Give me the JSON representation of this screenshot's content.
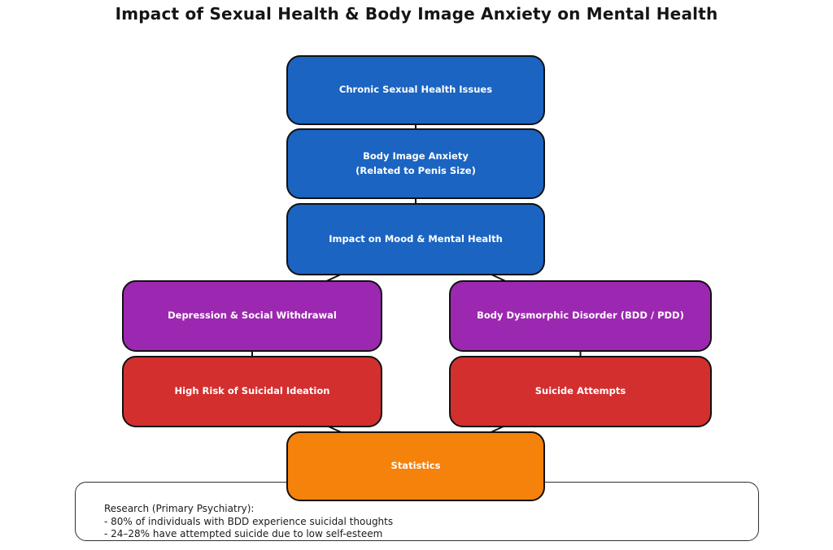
{
  "title": "Impact of Sexual Health & Body Image Anxiety on Mental Health",
  "colors": {
    "blue": "#1B64C1",
    "purple": "#9C27B0",
    "red": "#D32F2F",
    "orange": "#F5820A",
    "note_background": "#F5F5F5",
    "edge": "#111111",
    "node_text": "#FFFFFF"
  },
  "nodes": [
    {
      "id": "chronic",
      "label": "Chronic Sexual Health Issues",
      "color": "#1B64C1"
    },
    {
      "id": "body-image",
      "label": "Body Image Anxiety\n(Related to Penis Size)",
      "color": "#1B64C1"
    },
    {
      "id": "impact",
      "label": "Impact on Mood & Mental Health",
      "color": "#1B64C1"
    },
    {
      "id": "depression",
      "label": "Depression & Social Withdrawal",
      "color": "#9C27B0"
    },
    {
      "id": "bdd",
      "label": "Body Dysmorphic Disorder (BDD / PDD)",
      "color": "#9C27B0"
    },
    {
      "id": "ideation",
      "label": "High Risk of Suicidal Ideation",
      "color": "#D32F2F"
    },
    {
      "id": "attempts",
      "label": "Suicide Attempts",
      "color": "#D32F2F"
    },
    {
      "id": "statistics",
      "label": "Statistics",
      "color": "#F5820A"
    }
  ],
  "edges": [
    {
      "from": "chronic",
      "to": "body-image"
    },
    {
      "from": "body-image",
      "to": "impact"
    },
    {
      "from": "impact",
      "to": "depression"
    },
    {
      "from": "impact",
      "to": "bdd"
    },
    {
      "from": "depression",
      "to": "ideation"
    },
    {
      "from": "bdd",
      "to": "attempts"
    },
    {
      "from": "ideation",
      "to": "statistics"
    },
    {
      "from": "attempts",
      "to": "statistics"
    }
  ],
  "footnote": {
    "lines": [
      "Research (Primary Psychiatry):",
      "- 80% of individuals with BDD experience suicidal thoughts",
      "- 24–28% have attempted suicide due to low self-esteem"
    ]
  }
}
